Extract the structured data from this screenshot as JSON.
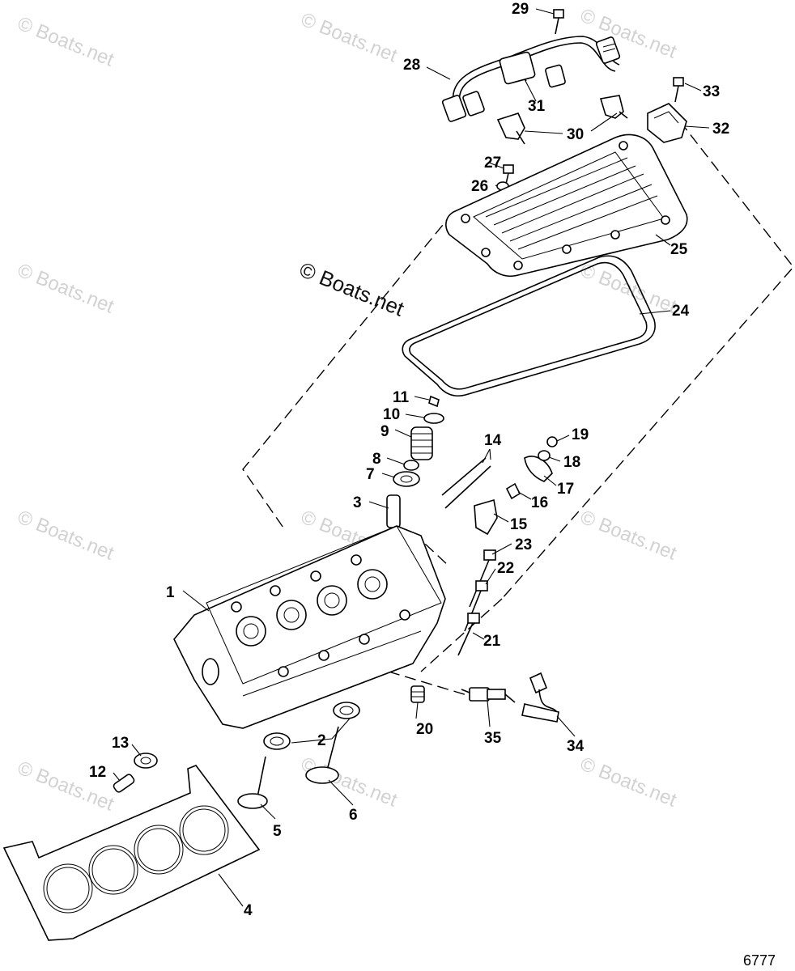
{
  "watermark": {
    "text": "© Boats.net"
  },
  "main_watermark": {
    "text": "© Boats.net"
  },
  "diagram_code": "6777",
  "callouts": {
    "1": "1",
    "2": "2",
    "3": "3",
    "4": "4",
    "5": "5",
    "6": "6",
    "7": "7",
    "8": "8",
    "9": "9",
    "10": "10",
    "11": "11",
    "12": "12",
    "13": "13",
    "14": "14",
    "15": "15",
    "16": "16",
    "17": "17",
    "18": "18",
    "19": "19",
    "20": "20",
    "21": "21",
    "22": "22",
    "23": "23",
    "24": "24",
    "25": "25",
    "26": "26",
    "27": "27",
    "28": "28",
    "29": "29",
    "30": "30",
    "31": "31",
    "32": "32",
    "33": "33",
    "34": "34",
    "35": "35"
  }
}
